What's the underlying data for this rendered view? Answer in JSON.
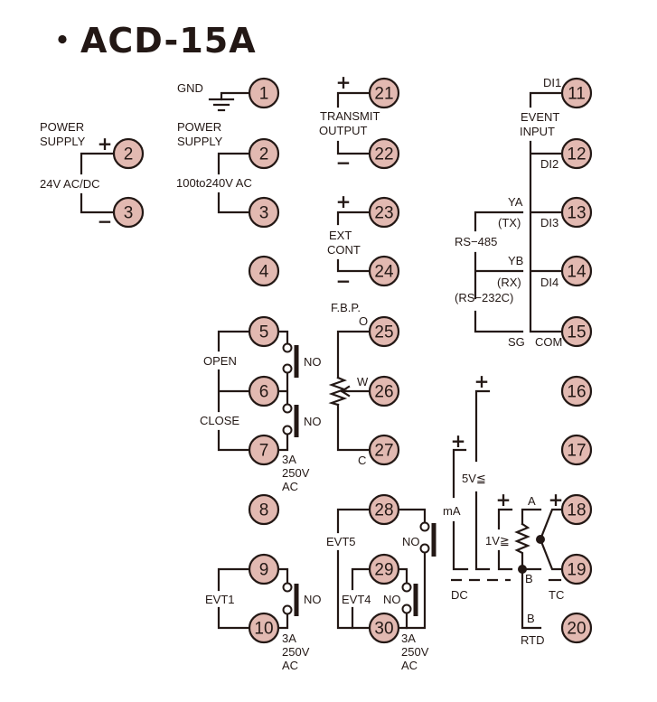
{
  "title": "・ACD-15A",
  "colors": {
    "terminal_fill": "#e2b9b1",
    "line": "#231815",
    "background": "#ffffff"
  },
  "terminals": {
    "t1": "1",
    "t2": "2",
    "t3": "3",
    "t4": "4",
    "t5": "5",
    "t6": "6",
    "t7": "7",
    "t8": "8",
    "t9": "9",
    "t10": "10",
    "t11": "11",
    "t12": "12",
    "t13": "13",
    "t14": "14",
    "t15": "15",
    "t16": "16",
    "t17": "17",
    "t18": "18",
    "t19": "19",
    "t20": "20",
    "t21": "21",
    "t22": "22",
    "t23": "23",
    "t24": "24",
    "t25": "25",
    "t26": "26",
    "t27": "27",
    "t28": "28",
    "t29": "29",
    "t30": "30",
    "t2b": "2",
    "t3b": "3"
  },
  "labels": {
    "power_supply_dc_l1": "POWER",
    "power_supply_dc_l2": "SUPPLY",
    "power_dc_voltage": "24V AC/DC",
    "gnd": "GND",
    "power_supply_ac_l1": "POWER",
    "power_supply_ac_l2": "SUPPLY",
    "power_ac_voltage": "100to240V AC",
    "open": "OPEN",
    "close": "CLOSE",
    "no_1": "NO",
    "no_2": "NO",
    "rating_1_a": "3A",
    "rating_1_b": "250V",
    "rating_1_c": "AC",
    "evt1": "EVT1",
    "no_evt1": "NO",
    "rating_2_a": "3A",
    "rating_2_b": "250V",
    "rating_2_c": "AC",
    "transmit_l1": "TRANSMIT",
    "transmit_l2": "OUTPUT",
    "ext_l1": "EXT",
    "ext_l2": "CONT",
    "fbp": "F.B.P.",
    "fbp_o": "O",
    "fbp_w": "W",
    "fbp_c": "C",
    "evt5": "EVT5",
    "no_evt5": "NO",
    "evt4": "EVT4",
    "no_evt4": "NO",
    "rating_3_a": "3A",
    "rating_3_b": "250V",
    "rating_3_c": "AC",
    "di1": "DI1",
    "event_l1": "EVENT",
    "event_l2": "INPUT",
    "di2": "DI2",
    "di3": "DI3",
    "di4": "DI4",
    "com": "COM",
    "ya": "YA",
    "tx": "(TX)",
    "rs485": "RS−485",
    "yb": "YB",
    "rx": "(RX)",
    "rs232c": "(RS−232C)",
    "sg": "SG",
    "five_v": "5V≦",
    "ma": "mA",
    "one_v": "1V≧",
    "dc": "DC",
    "a": "A",
    "b": "B",
    "b2": "B",
    "tc": "TC",
    "rtd": "RTD",
    "plus": "+",
    "minus": "−"
  }
}
